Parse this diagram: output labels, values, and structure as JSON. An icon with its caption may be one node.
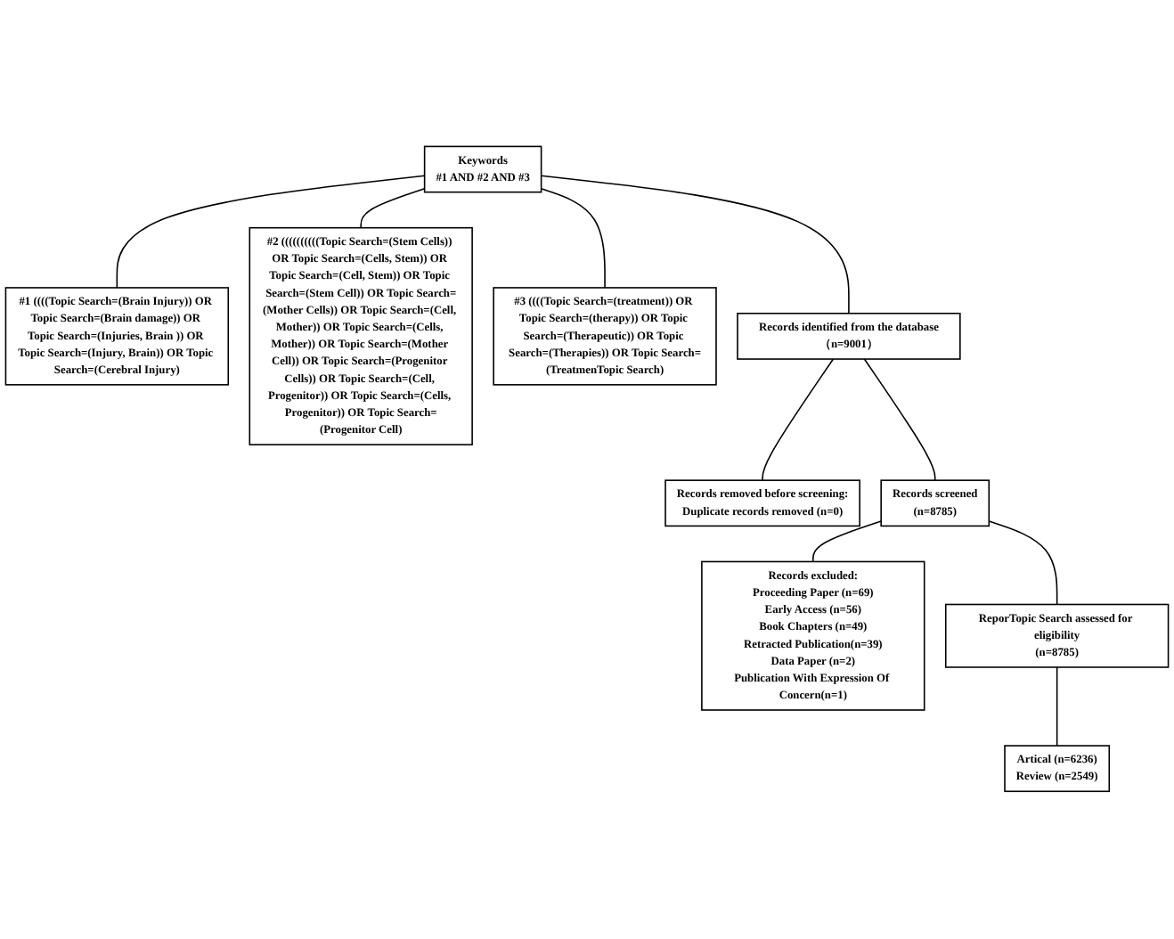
{
  "diagram": {
    "nodes": [
      {
        "text": [
          "Keywords",
          "#1 AND #2 AND #3"
        ]
      },
      {
        "text": [
          "#1 ((((Topic Search=(Brain Injury)) OR Topic Search=(Brain damage)) OR Topic Search=(Injuries, Brain )) OR Topic Search=(Injury, Brain)) OR Topic Search=(Cerebral Injury)"
        ]
      },
      {
        "text": [
          "#2 ((((((((((Topic Search=(Stem Cells)) OR Topic Search=(Cells, Stem)) OR Topic Search=(Cell, Stem)) OR Topic Search=(Stem Cell)) OR Topic Search=(Mother Cells)) OR Topic Search=(Cell, Mother)) OR Topic Search=(Cells, Mother)) OR Topic Search=(Mother Cell)) OR Topic Search=(Progenitor Cells)) OR Topic Search=(Cell, Progenitor)) OR Topic Search=(Cells, Progenitor)) OR Topic Search=(Progenitor Cell)"
        ]
      },
      {
        "text": [
          "#3 ((((Topic Search=(treatment)) OR Topic Search=(therapy)) OR Topic Search=(Therapeutic)) OR Topic Search=(Therapies)) OR Topic Search=(TreatmenTopic Search)"
        ]
      },
      {
        "text": [
          "Records identified from the database（n=9001）"
        ]
      },
      {
        "text": [
          "Records removed before screening:",
          "Duplicate records removed (n=0)"
        ]
      },
      {
        "text": [
          "Records screened",
          "(n=8785)"
        ]
      },
      {
        "text": [
          "Records excluded:",
          "Proceeding Paper (n=69)",
          "Early Access (n=56)",
          "Book Chapters (n=49)",
          "Retracted Publication(n=39)",
          "Data Paper (n=2)",
          "Publication With Expression Of Concern(n=1)"
        ]
      },
      {
        "text": [
          "ReporTopic Search assessed for eligibility",
          "(n=8785)"
        ]
      },
      {
        "text": [
          "Artical (n=6236)",
          "Review (n=2549)"
        ]
      }
    ],
    "edges": [
      {
        "from": 0,
        "to": 1,
        "arrow": "none"
      },
      {
        "from": 0,
        "to": 2,
        "arrow": "none"
      },
      {
        "from": 0,
        "to": 3,
        "arrow": "none"
      },
      {
        "from": 0,
        "to": 4,
        "arrow": "none"
      },
      {
        "from": 4,
        "to": 5,
        "arrow": "none"
      },
      {
        "from": 4,
        "to": 6,
        "arrow": "none"
      },
      {
        "from": 6,
        "to": 7,
        "arrow": "none"
      },
      {
        "from": 6,
        "to": 8,
        "arrow": "none"
      },
      {
        "from": 8,
        "to": 9,
        "arrow": "none"
      }
    ]
  }
}
